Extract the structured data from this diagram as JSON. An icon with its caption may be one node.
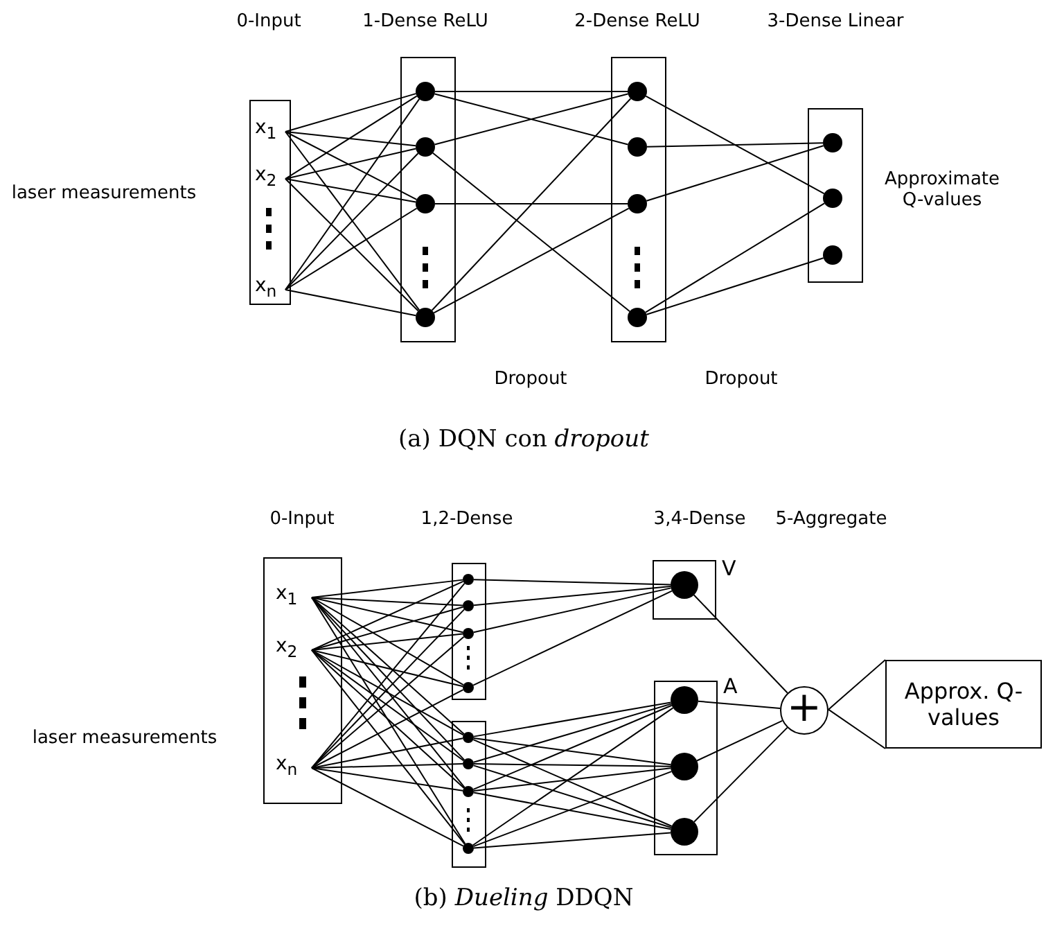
{
  "diagram": {
    "nodes": [
      {
        "text": [],
        "shape": "box"
      },
      {
        "text": [
          "x$_{1}$"
        ],
        "in": 0
      },
      {
        "text": [
          "x$_{2}$"
        ],
        "in": 0
      },
      {
        "text": [
          "x$_{n}$"
        ],
        "in": 0
      },
      {
        "text": [],
        "shape": "box"
      },
      {
        "text": [],
        "shape": "circle",
        "in": 4
      },
      {
        "text": [],
        "shape": "circle",
        "in": 4
      },
      {
        "text": [],
        "shape": "circle",
        "in": 4
      },
      {
        "text": [],
        "shape": "circle",
        "in": 4
      },
      {
        "text": [],
        "shape": "box"
      },
      {
        "text": [],
        "shape": "circle",
        "in": 9
      },
      {
        "text": [],
        "shape": "circle",
        "in": 9
      },
      {
        "text": [],
        "shape": "circle",
        "in": 9
      },
      {
        "text": [],
        "shape": "circle",
        "in": 9
      },
      {
        "text": [],
        "shape": "box"
      },
      {
        "text": [],
        "shape": "circle",
        "in": 14
      },
      {
        "text": [],
        "shape": "circle",
        "in": 14
      },
      {
        "text": [],
        "shape": "circle",
        "in": 14
      },
      {
        "text": [],
        "shape": "box"
      },
      {
        "text": [
          "x$_{1}$"
        ],
        "in": 18
      },
      {
        "text": [
          "x$_{2}$"
        ],
        "in": 18
      },
      {
        "text": [
          "x$_{n}$"
        ],
        "in": 18
      },
      {
        "text": [],
        "shape": "box"
      },
      {
        "text": [],
        "shape": "circle",
        "in": 22
      },
      {
        "text": [],
        "shape": "circle",
        "in": 22
      },
      {
        "text": [],
        "shape": "circle",
        "in": 22
      },
      {
        "text": [],
        "shape": "circle",
        "in": 22
      },
      {
        "text": [],
        "shape": "box"
      },
      {
        "text": [],
        "shape": "circle",
        "in": 27
      },
      {
        "text": [],
        "shape": "circle",
        "in": 27
      },
      {
        "text": [],
        "shape": "circle",
        "in": 27
      },
      {
        "text": [],
        "shape": "circle",
        "in": 27
      },
      {
        "text": [
          "V"
        ]
      },
      {
        "text": [],
        "shape": "circle",
        "in": 32
      },
      {
        "text": [
          "A"
        ]
      },
      {
        "text": [],
        "shape": "circle",
        "in": 34
      },
      {
        "text": [],
        "shape": "circle",
        "in": 34
      },
      {
        "text": [],
        "shape": "circle",
        "in": 34
      },
      {
        "text": [
          "+"
        ]
      },
      {
        "text": [
          "Approx. Q-values"
        ]
      }
    ],
    "edges": [
      {
        "from": 1,
        "to": 5,
        "arrow": "none"
      },
      {
        "from": 1,
        "to": 6,
        "arrow": "none"
      },
      {
        "from": 1,
        "to": 7,
        "arrow": "none"
      },
      {
        "from": 1,
        "to": 8,
        "arrow": "none"
      },
      {
        "from": 2,
        "to": 5,
        "arrow": "none"
      },
      {
        "from": 2,
        "to": 6,
        "arrow": "none"
      },
      {
        "from": 2,
        "to": 7,
        "arrow": "none"
      },
      {
        "from": 2,
        "to": 8,
        "arrow": "none"
      },
      {
        "from": 3,
        "to": 5,
        "arrow": "none"
      },
      {
        "from": 3,
        "to": 6,
        "arrow": "none"
      },
      {
        "from": 3,
        "to": 7,
        "arrow": "none"
      },
      {
        "from": 3,
        "to": 8,
        "arrow": "none"
      },
      {
        "from": 5,
        "to": 10,
        "arrow": "none"
      },
      {
        "from": 5,
        "to": 11,
        "arrow": "none"
      },
      {
        "from": 6,
        "to": 10,
        "arrow": "none"
      },
      {
        "from": 6,
        "to": 13,
        "arrow": "none"
      },
      {
        "from": 7,
        "to": 12,
        "arrow": "none"
      },
      {
        "from": 8,
        "to": 10,
        "arrow": "none"
      },
      {
        "from": 8,
        "to": 12,
        "arrow": "none"
      },
      {
        "from": 10,
        "to": 16,
        "arrow": "none"
      },
      {
        "from": 11,
        "to": 15,
        "arrow": "none"
      },
      {
        "from": 12,
        "to": 15,
        "arrow": "none"
      },
      {
        "from": 13,
        "to": 16,
        "arrow": "none"
      },
      {
        "from": 13,
        "to": 17,
        "arrow": "none"
      },
      {
        "from": 19,
        "to": 23,
        "arrow": "none"
      },
      {
        "from": 19,
        "to": 24,
        "arrow": "none"
      },
      {
        "from": 19,
        "to": 25,
        "arrow": "none"
      },
      {
        "from": 19,
        "to": 26,
        "arrow": "none"
      },
      {
        "from": 19,
        "to": 28,
        "arrow": "none"
      },
      {
        "from": 19,
        "to": 29,
        "arrow": "none"
      },
      {
        "from": 19,
        "to": 30,
        "arrow": "none"
      },
      {
        "from": 19,
        "to": 31,
        "arrow": "none"
      },
      {
        "from": 20,
        "to": 23,
        "arrow": "none"
      },
      {
        "from": 20,
        "to": 24,
        "arrow": "none"
      },
      {
        "from": 20,
        "to": 25,
        "arrow": "none"
      },
      {
        "from": 20,
        "to": 26,
        "arrow": "none"
      },
      {
        "from": 20,
        "to": 28,
        "arrow": "none"
      },
      {
        "from": 20,
        "to": 29,
        "arrow": "none"
      },
      {
        "from": 20,
        "to": 30,
        "arrow": "none"
      },
      {
        "from": 20,
        "to": 31,
        "arrow": "none"
      },
      {
        "from": 21,
        "to": 23,
        "arrow": "none"
      },
      {
        "from": 21,
        "to": 24,
        "arrow": "none"
      },
      {
        "from": 21,
        "to": 25,
        "arrow": "none"
      },
      {
        "from": 21,
        "to": 26,
        "arrow": "none"
      },
      {
        "from": 21,
        "to": 28,
        "arrow": "none"
      },
      {
        "from": 21,
        "to": 29,
        "arrow": "none"
      },
      {
        "from": 21,
        "to": 30,
        "arrow": "none"
      },
      {
        "from": 21,
        "to": 31,
        "arrow": "none"
      },
      {
        "from": 23,
        "to": 33,
        "arrow": "none"
      },
      {
        "from": 24,
        "to": 33,
        "arrow": "none"
      },
      {
        "from": 25,
        "to": 33,
        "arrow": "none"
      },
      {
        "from": 26,
        "to": 33,
        "arrow": "none"
      },
      {
        "from": 28,
        "to": 35,
        "arrow": "none"
      },
      {
        "from": 28,
        "to": 36,
        "arrow": "none"
      },
      {
        "from": 28,
        "to": 37,
        "arrow": "none"
      },
      {
        "from": 29,
        "to": 35,
        "arrow": "none"
      },
      {
        "from": 29,
        "to": 36,
        "arrow": "none"
      },
      {
        "from": 29,
        "to": 37,
        "arrow": "none"
      },
      {
        "from": 30,
        "to": 35,
        "arrow": "none"
      },
      {
        "from": 30,
        "to": 36,
        "arrow": "none"
      },
      {
        "from": 30,
        "to": 37,
        "arrow": "none"
      },
      {
        "from": 31,
        "to": 35,
        "arrow": "none"
      },
      {
        "from": 31,
        "to": 36,
        "arrow": "none"
      },
      {
        "from": 31,
        "to": 37,
        "arrow": "none"
      },
      {
        "from": 33,
        "to": 38,
        "arrow": "none"
      },
      {
        "from": 35,
        "to": 38,
        "arrow": "none"
      },
      {
        "from": 36,
        "to": 38,
        "arrow": "none"
      },
      {
        "from": 37,
        "to": 38,
        "arrow": "none"
      },
      {
        "from": 38,
        "to": 39,
        "arrow": "none"
      }
    ],
    "labels": [
      "0-Input",
      "1-Dense ReLU",
      "2-Dense ReLU",
      "3-Dense Linear",
      "laser measurements",
      "Approximate Q-values",
      "Dropout",
      "Dropout",
      "(a) DQN con *dropout*",
      "0-Input",
      "1,2-Dense",
      "3,4-Dense",
      "5-Aggregate",
      "laser measurements",
      "(b) *Dueling* DDQN"
    ]
  }
}
